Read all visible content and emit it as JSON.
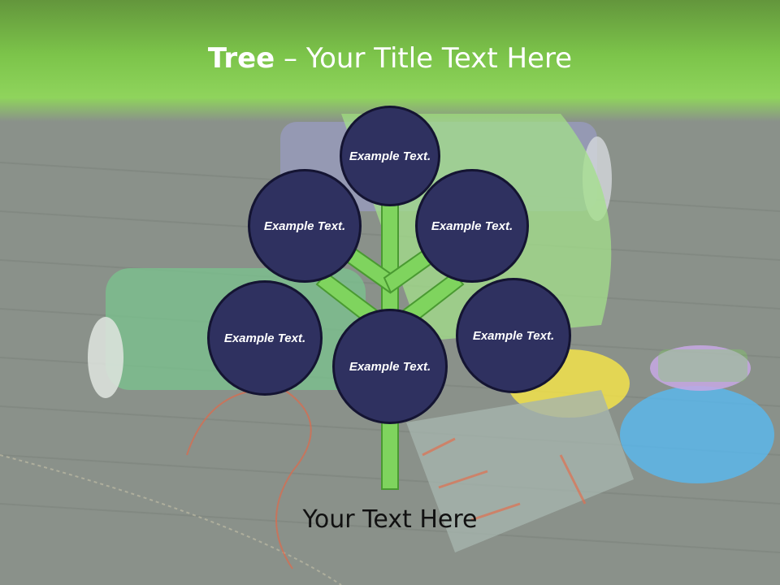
{
  "title": {
    "bold": "Tree",
    "rest": " – Your Title Text Here"
  },
  "nodes": [
    {
      "label": "Example Text."
    },
    {
      "label": "Example Text."
    },
    {
      "label": "Example Text."
    },
    {
      "label": "Example Text."
    },
    {
      "label": "Example Text."
    },
    {
      "label": "Example Text."
    }
  ],
  "caption": "Your Text Here",
  "colors": {
    "node_fill": "#2f3160",
    "node_border": "#141432",
    "stem": "#7fd45e",
    "title_bar": "#7cc44a"
  }
}
